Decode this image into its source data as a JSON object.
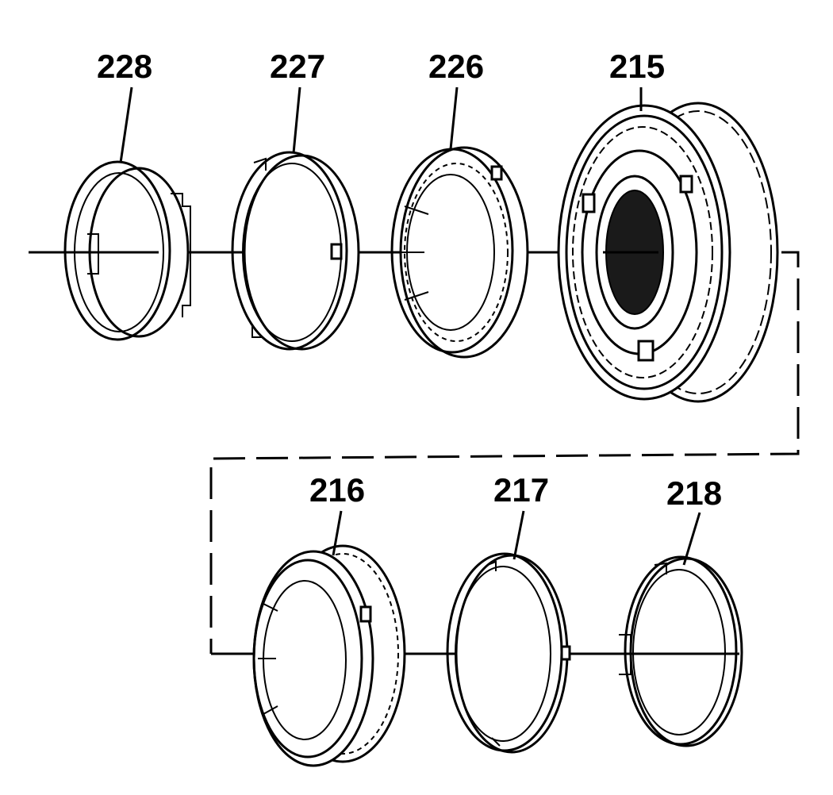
{
  "callouts": {
    "c228": "228",
    "c227": "227",
    "c226": "226",
    "c215": "215",
    "c216": "216",
    "c217": "217",
    "c218": "218"
  }
}
